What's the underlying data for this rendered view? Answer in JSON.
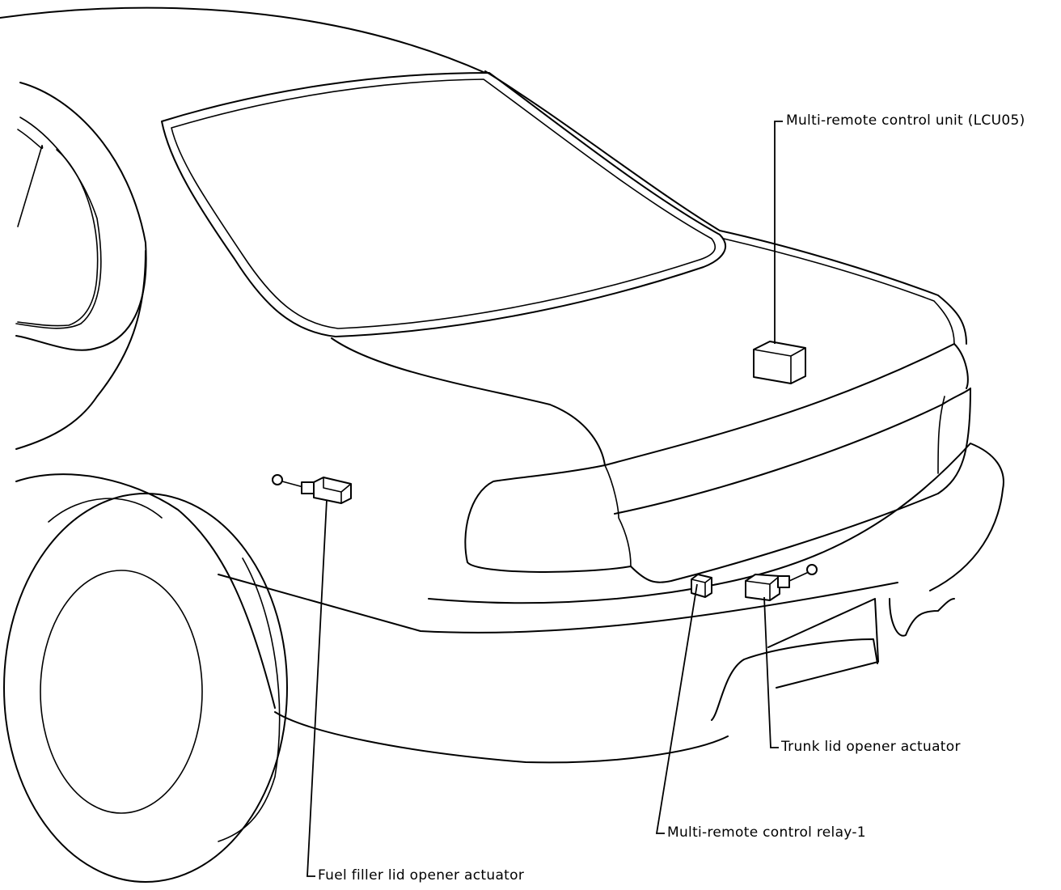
{
  "callouts": {
    "control_unit": "Multi-remote control unit (LCU05)",
    "fuel_actuator": "Fuel filler lid opener actuator",
    "relay": "Multi-remote control relay-1",
    "trunk_actuator": "Trunk lid opener actuator"
  },
  "colors": {
    "line": "#000000",
    "background": "#ffffff"
  }
}
